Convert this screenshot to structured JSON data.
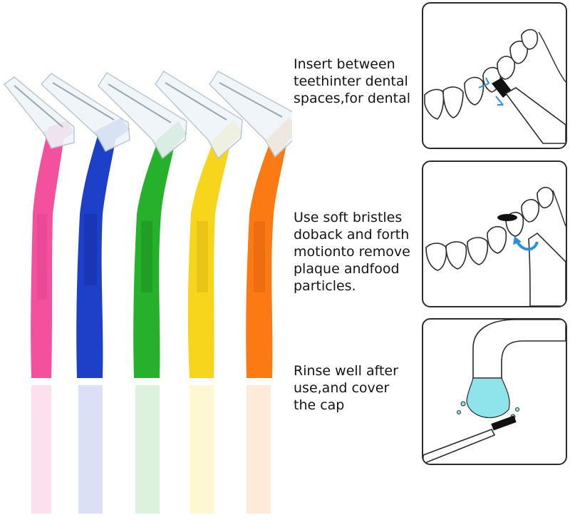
{
  "steps": [
    {
      "text": "Insert between\nteethinter dental\nspaces,for dental"
    },
    {
      "text": "Use soft bristles\ndoback and forth\nmotionto remove\nplaque andfood\nparticles."
    },
    {
      "text": "Rinse well after\nuse,and cover\nthe cap"
    }
  ],
  "brushes": [
    {
      "color": "#f3519e",
      "shade": "#d63b86",
      "name": "pink"
    },
    {
      "color": "#1e3fc8",
      "shade": "#142e9c",
      "name": "blue"
    },
    {
      "color": "#27b02c",
      "shade": "#1d8a22",
      "name": "green"
    },
    {
      "color": "#f7d51c",
      "shade": "#dbb60d",
      "name": "yellow"
    },
    {
      "color": "#fb7a14",
      "shade": "#dc600a",
      "name": "orange"
    }
  ],
  "accent_colors": {
    "arrow": "#2e8fd8",
    "water": "#8fe3ea",
    "outline": "#2b2b2b"
  }
}
